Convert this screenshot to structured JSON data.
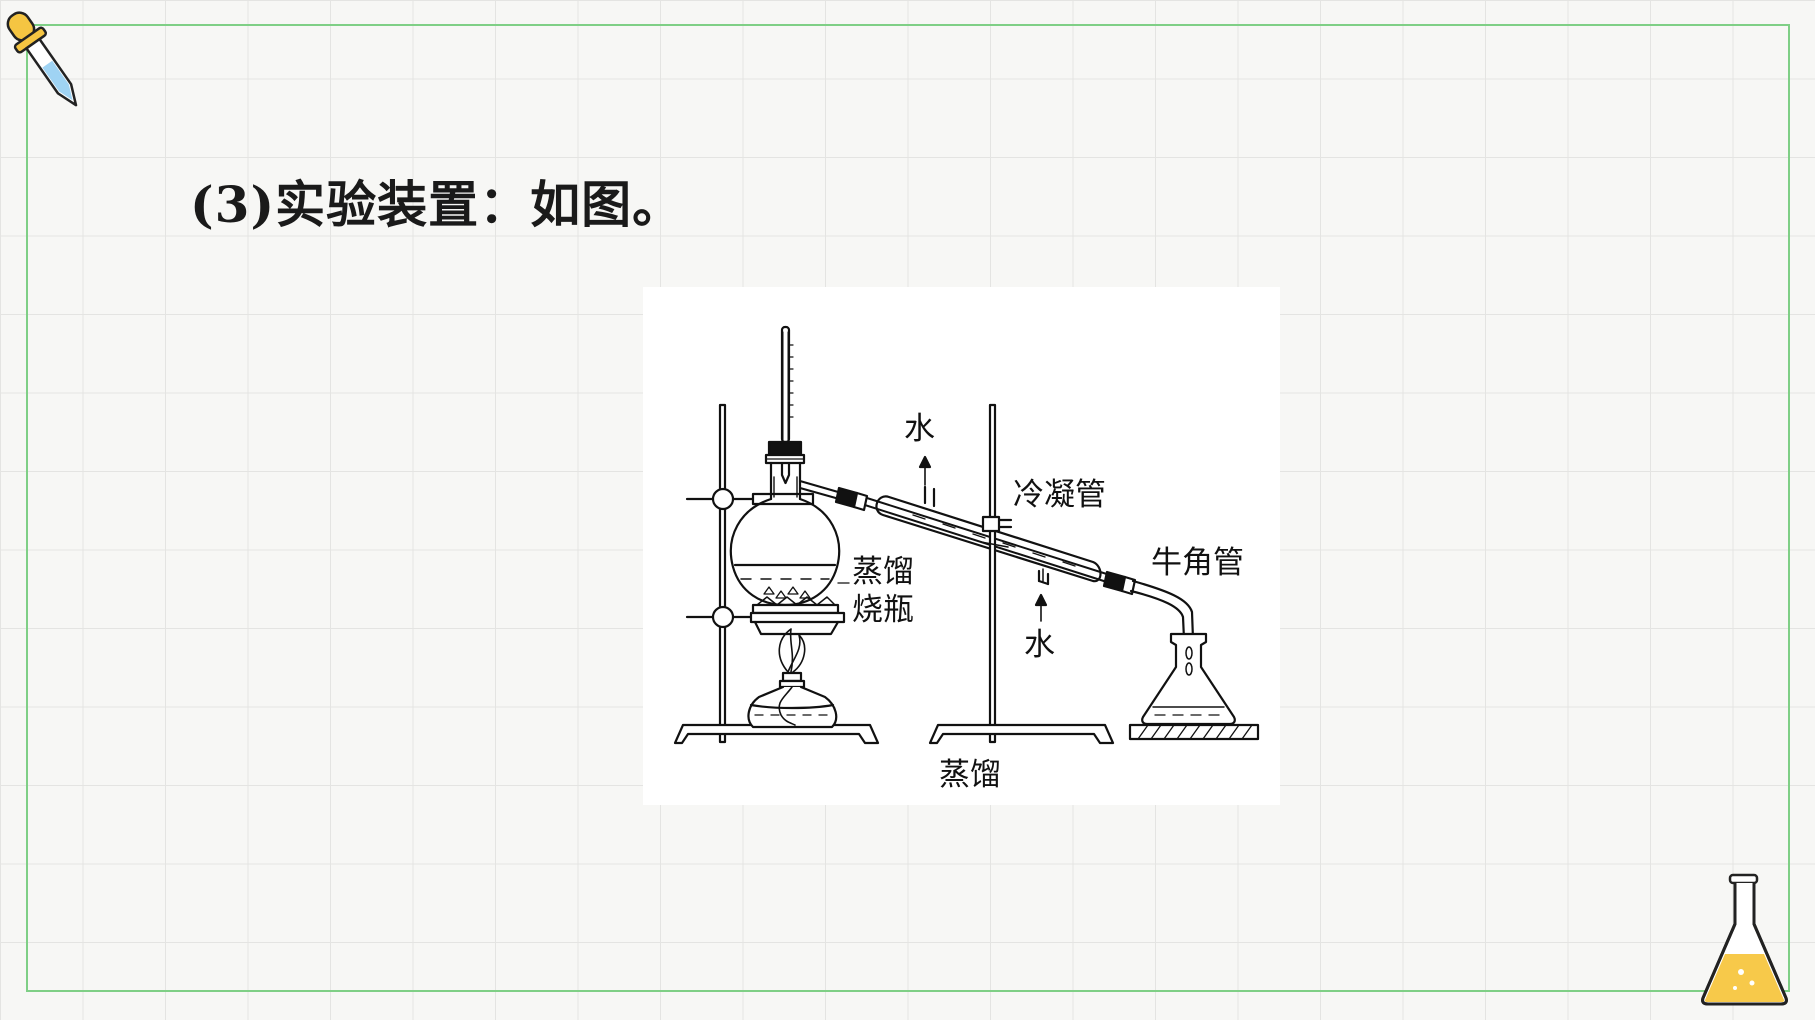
{
  "slide": {
    "heading": "(3)实验装置：如图。"
  },
  "figure": {
    "caption": "蒸馏",
    "labels": {
      "water_out": "水",
      "water_in": "水",
      "condenser": "冷凝管",
      "flask_line1": "蒸馏",
      "flask_line2": "烧瓶",
      "adapter": "牛角管"
    }
  },
  "decorations": {
    "top_left": "dropper-icon",
    "bottom_right": "erlenmeyer-flask-icon"
  },
  "colors": {
    "frame": "#7fcf86",
    "flask_liquid": "#f7c94a",
    "dropper_tube": "#9fd3f3",
    "dropper_bulb": "#f5c542"
  }
}
